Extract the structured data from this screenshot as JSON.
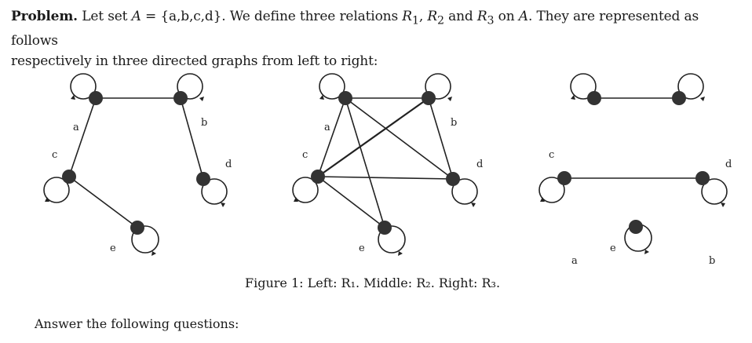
{
  "problem": {
    "lead": "Problem.",
    "line1_a": " Let set ",
    "set_name": "A",
    "set_def": " = {a,b,c,d}. We define three relations ",
    "r1": "R",
    "r1_sub": "1",
    "comma": ", ",
    "r2": "R",
    "r2_sub": "2",
    "and": " and ",
    "r3": "R",
    "r3_sub": "3",
    "on": " on ",
    "on_set": "A",
    "line1_b": ". They are represented as follows",
    "line2": "respectively in three directed graphs from left to right:"
  },
  "figure": {
    "graph1": {
      "labels": {
        "a": "a",
        "b": "b",
        "c": "c",
        "d": "d",
        "e": "e"
      }
    },
    "graph2": {
      "labels": {
        "a": "a",
        "b": "b",
        "c": "c",
        "d": "d",
        "e": "e"
      }
    },
    "graph3": {
      "labels": {
        "a": "a",
        "b": "b",
        "c": "c",
        "d": "d",
        "e": "e"
      }
    }
  },
  "caption": "Figure 1: Left: R₁. Middle: R₂. Right: R₃.",
  "answer_prompt": "Answer the following questions:"
}
